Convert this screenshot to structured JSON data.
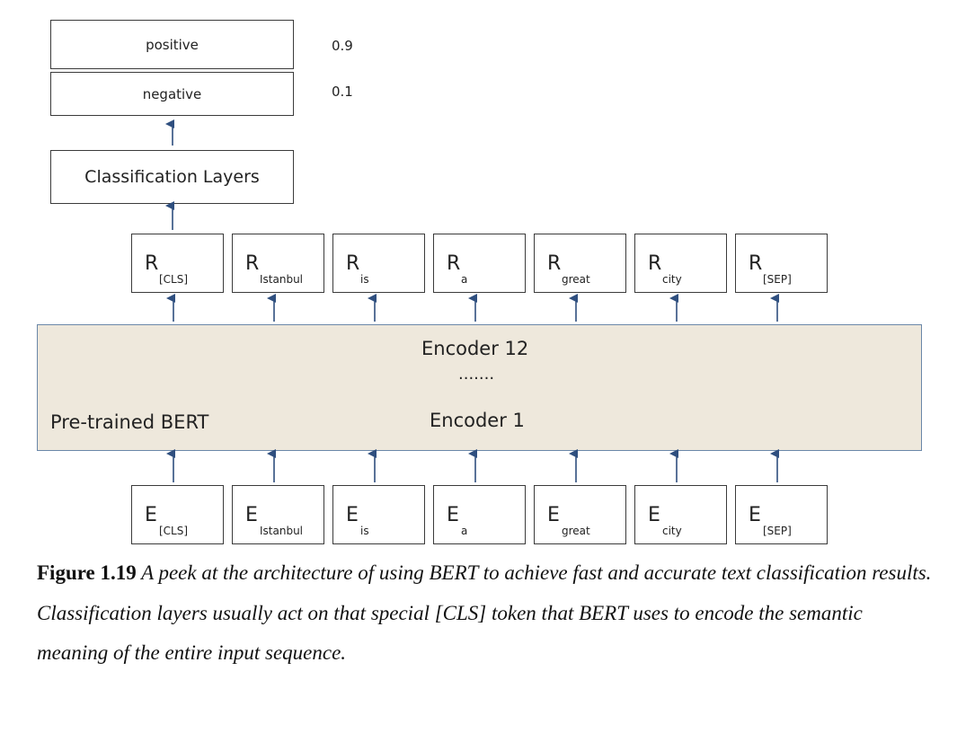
{
  "outputs": [
    {
      "label": "positive",
      "prob": "0.9"
    },
    {
      "label": "negative",
      "prob": "0.1"
    }
  ],
  "classification_label": "Classification Layers",
  "representations": {
    "symbol": "R",
    "subscripts": [
      "[CLS]",
      "Istanbul",
      "is",
      "a",
      "great",
      "city",
      "[SEP]"
    ]
  },
  "embeddings": {
    "symbol": "E",
    "subscripts": [
      "[CLS]",
      "Istanbul",
      "is",
      "a",
      "great",
      "city",
      "[SEP]"
    ]
  },
  "bert": {
    "label": "Pre-trained BERT",
    "encoder_top": "Encoder 12",
    "ellipsis": ".......",
    "encoder_bottom": "Encoder 1"
  },
  "caption": {
    "figure_label": "Figure 1.19",
    "text": " A peek at the architecture of using BERT to achieve fast and accurate text classification results. Classification layers usually act on that special [CLS] token that BERT uses to encode the semantic meaning of the entire input sequence."
  },
  "colors": {
    "arrow": "#2f4f7f",
    "bert_fill": "#eee8dc",
    "bert_border": "#6a87a9",
    "box_border": "#3b3b3b"
  }
}
